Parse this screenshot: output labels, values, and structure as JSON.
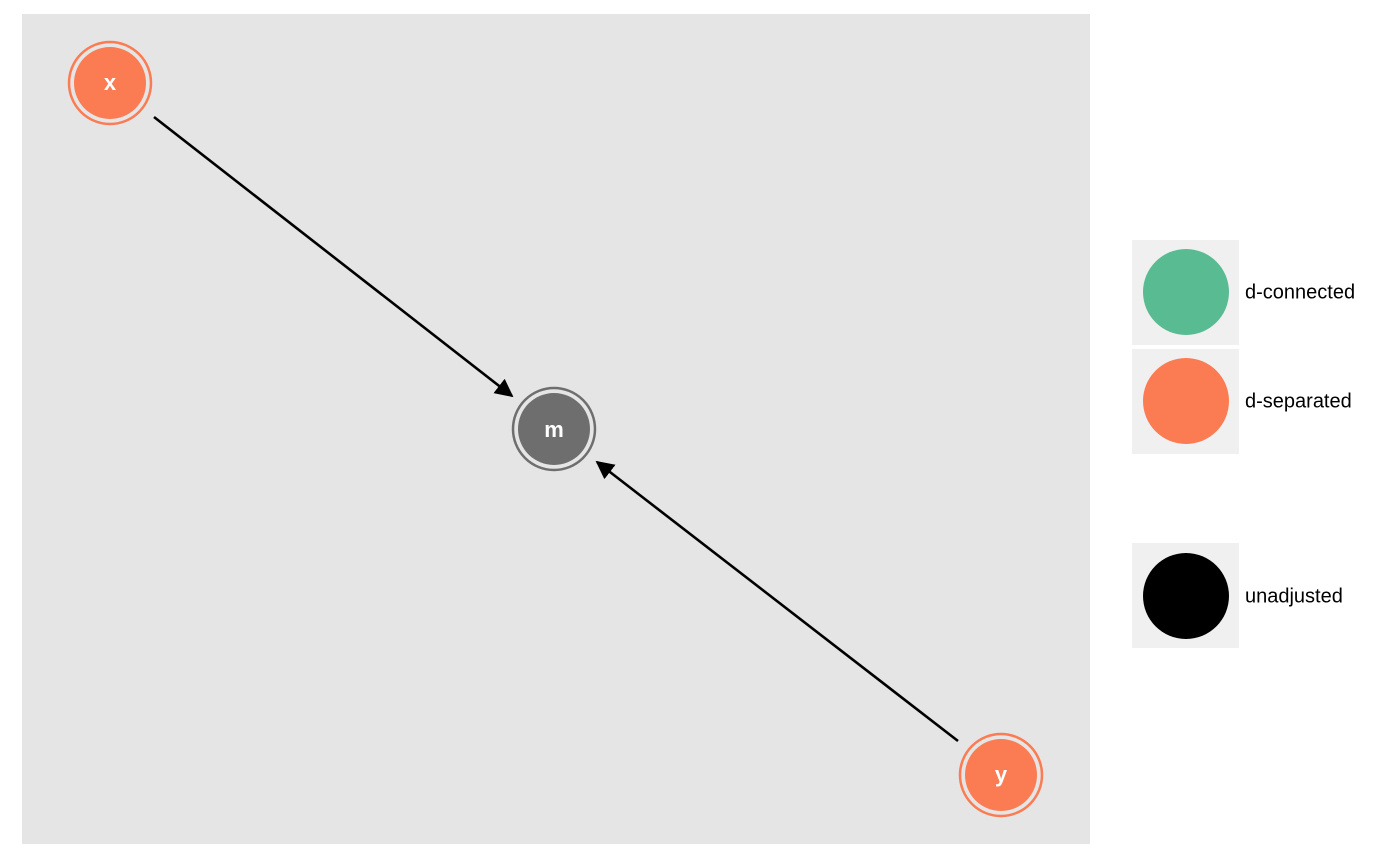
{
  "colors": {
    "panel_background": "#e5e5e5",
    "legend_key_background": "#f0f0f0",
    "d_connected": "#59bb92",
    "d_separated": "#fb7b52",
    "adjusted_node": "#6e6e6e",
    "unadjusted": "#000000",
    "edge": "#000000"
  },
  "nodes": [
    {
      "id": "x",
      "label": "x",
      "status": "d-separated",
      "adjusted": false
    },
    {
      "id": "m",
      "label": "m",
      "status": "adjusted",
      "adjusted": true
    },
    {
      "id": "y",
      "label": "y",
      "status": "d-separated",
      "adjusted": false
    }
  ],
  "edges": [
    {
      "from": "x",
      "to": "m"
    },
    {
      "from": "y",
      "to": "m"
    }
  ],
  "legend": {
    "status": [
      {
        "label": "d-connected",
        "color": "#59bb92"
      },
      {
        "label": "d-separated",
        "color": "#fb7b52"
      }
    ],
    "adjustment": [
      {
        "label": "unadjusted",
        "color": "#000000"
      }
    ]
  }
}
